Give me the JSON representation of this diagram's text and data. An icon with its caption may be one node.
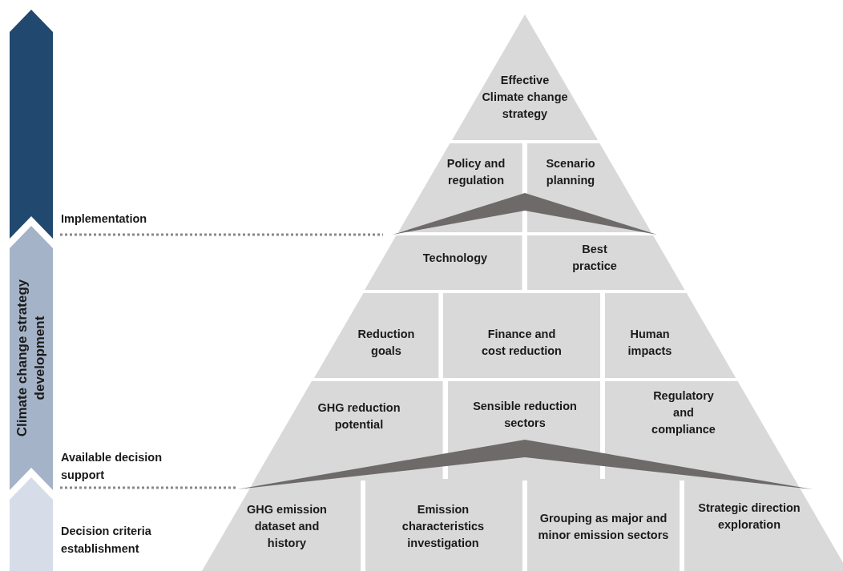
{
  "diagram": {
    "nodes": [
      {
        "text": [
          "Effective Climate change strategy"
        ]
      },
      {
        "text": [
          "Policy and regulation"
        ]
      },
      {
        "text": [
          "Scenario planning"
        ]
      },
      {
        "text": [
          "Technology"
        ]
      },
      {
        "text": [
          "Best practice"
        ]
      },
      {
        "text": [
          "Reduction goals"
        ]
      },
      {
        "text": [
          "Finance and cost reduction"
        ]
      },
      {
        "text": [
          "Human impacts"
        ]
      },
      {
        "text": [
          "GHG reduction potential"
        ]
      },
      {
        "text": [
          "Sensible reduction sectors"
        ]
      },
      {
        "text": [
          "Regulatory and compliance"
        ]
      },
      {
        "text": [
          "GHG emission dataset and history"
        ]
      },
      {
        "text": [
          "Emission characteristics investigation"
        ]
      },
      {
        "text": [
          "Grouping as major and minor emission sectors"
        ]
      },
      {
        "text": [
          "Strategic direction exploration"
        ]
      },
      {
        "text": [],
        "shape": "bar"
      },
      {
        "text": [
          "Climate change strategy development"
        ]
      },
      {
        "text": [],
        "shape": "bar"
      },
      {
        "text": [],
        "shape": "wedge"
      },
      {
        "text": [],
        "shape": "wedge"
      }
    ],
    "labels": [
      "Implementation",
      "Available decision support",
      "Decision criteria establishment"
    ]
  }
}
